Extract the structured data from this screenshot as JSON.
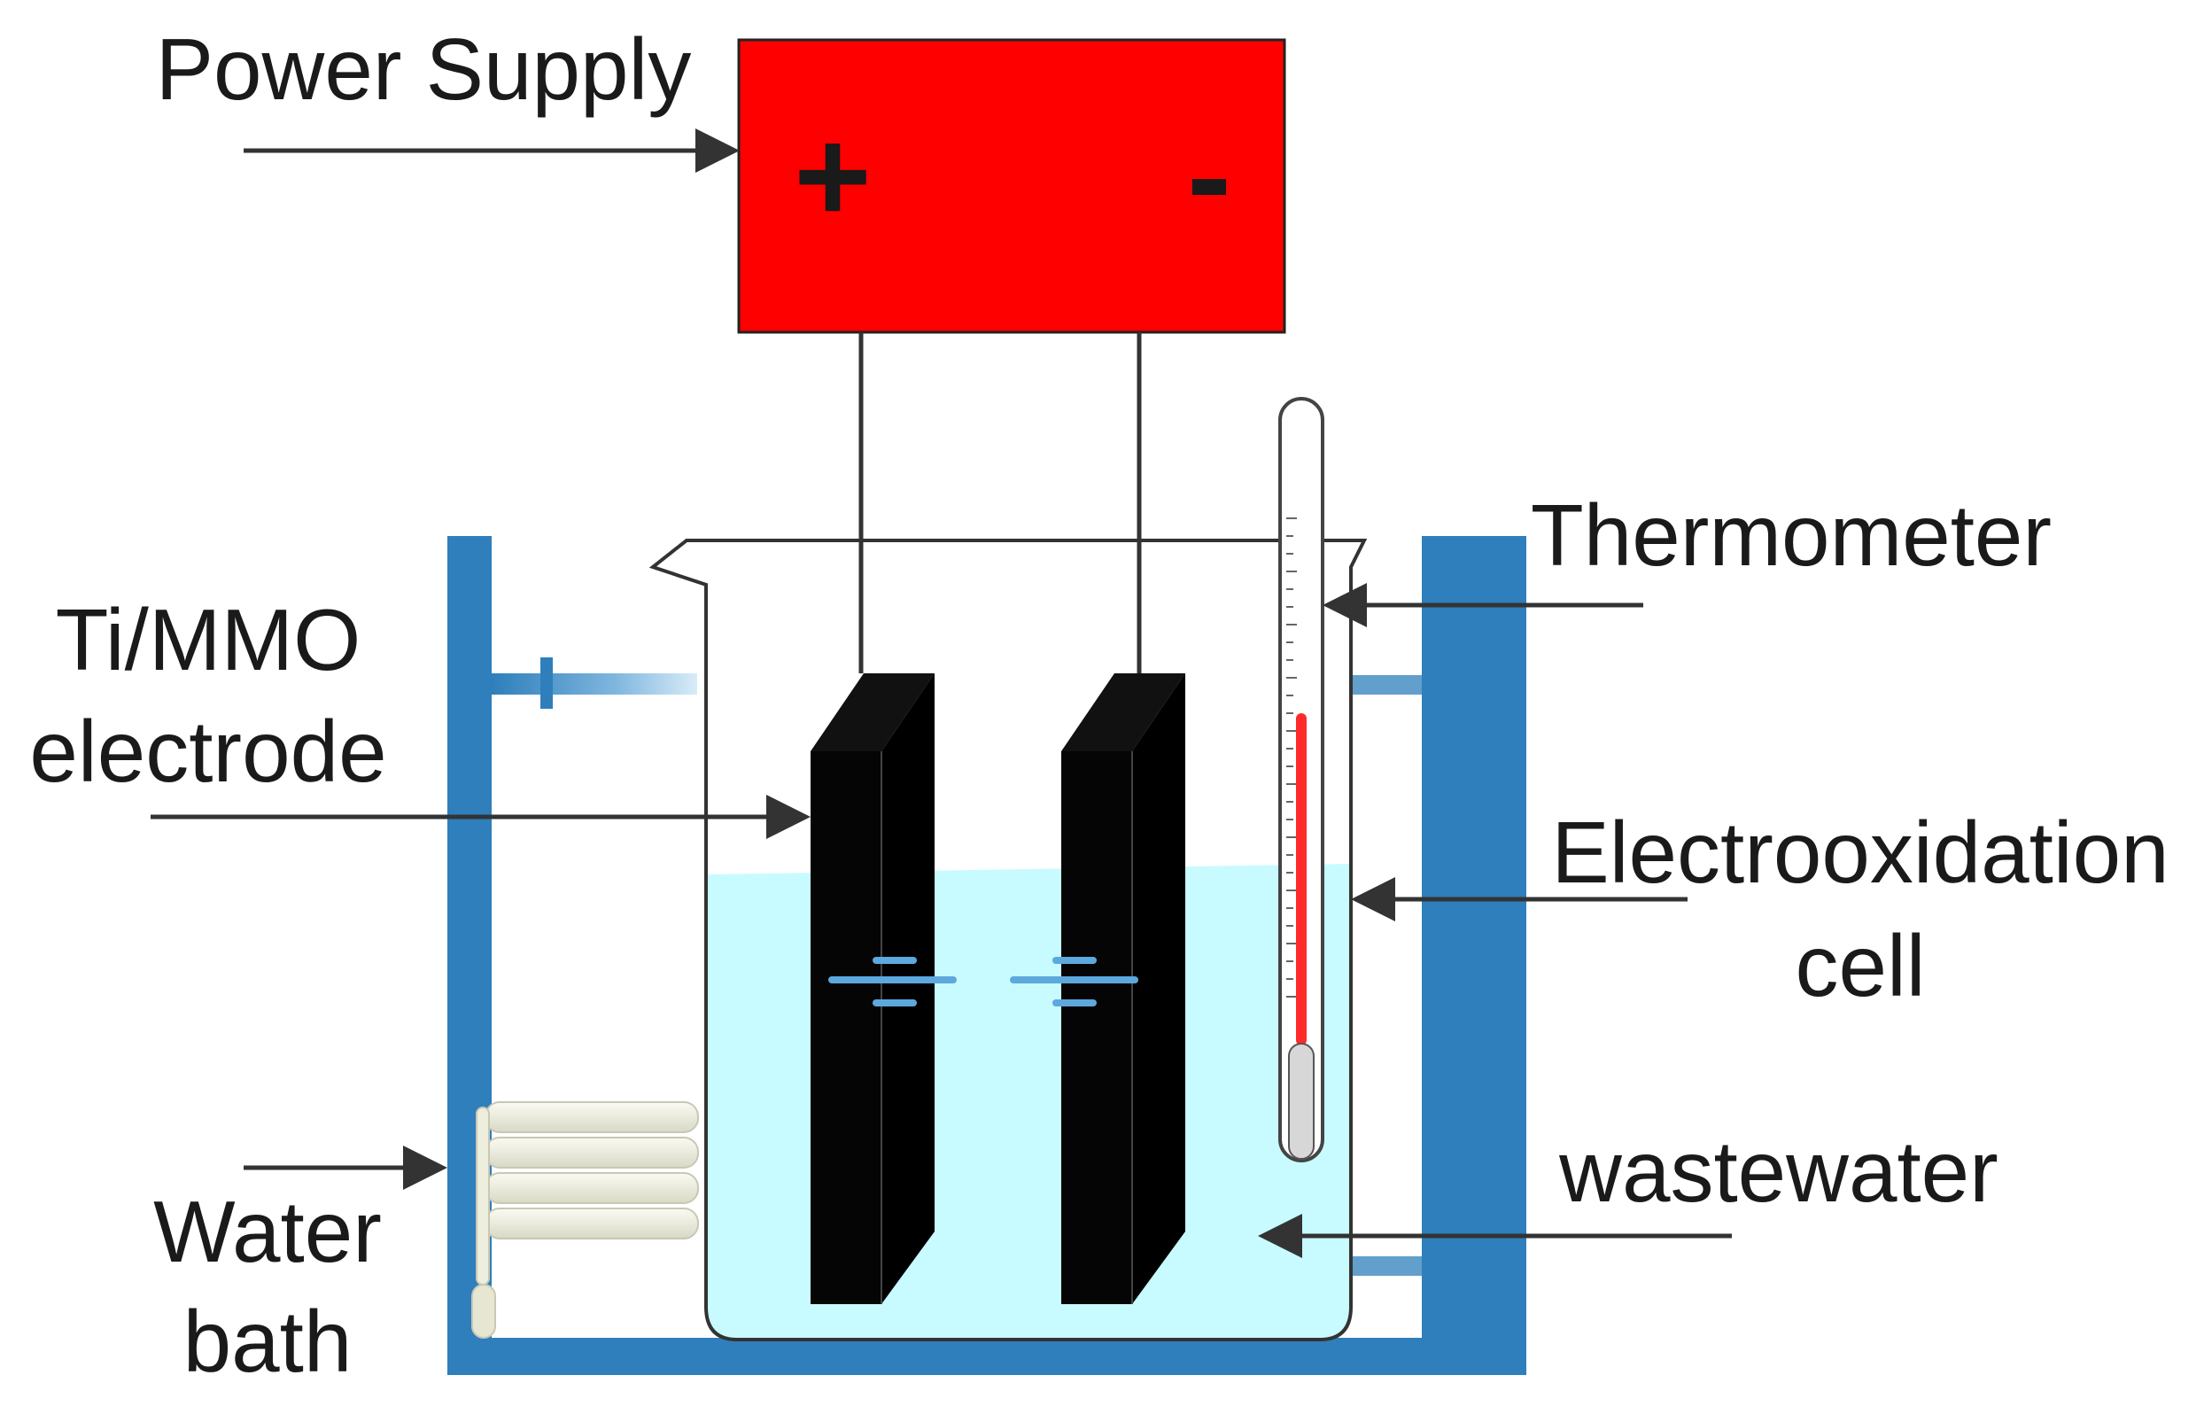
{
  "labels": {
    "power_supply": "Power Supply",
    "plus": "+",
    "minus": "-",
    "thermometer": "Thermometer",
    "electrode_line1": "Ti/MMO",
    "electrode_line2": "electrode",
    "cell_line1": "Electrooxidation",
    "cell_line2": "cell",
    "wastewater": "wastewater",
    "bath_line1": "Water",
    "bath_line2": "bath"
  },
  "colors": {
    "power_supply": "#ff0000",
    "water_bath": "#2e7fbb",
    "wastewater": "#c8fbff",
    "electrode": "#000000",
    "thermometer_liquid": "#ff2a2a",
    "arrow": "#333333"
  }
}
